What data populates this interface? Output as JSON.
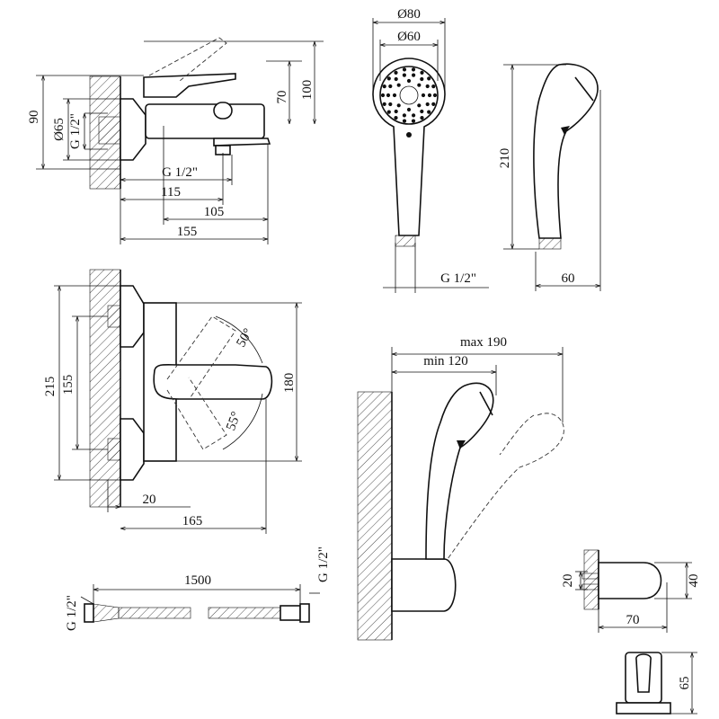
{
  "dimensions": {
    "d80": "Ø80",
    "d60": "Ø60",
    "h100": "100",
    "h70": "70",
    "h90": "90",
    "d65": "Ø65",
    "g12_left": "G 1/2\"",
    "g12_bottom": "G 1/2\"",
    "w115": "115",
    "w105": "105",
    "w155": "155",
    "h210": "210",
    "g12_shower": "G 1/2\"",
    "w60": "60",
    "h215": "215",
    "h155": "155",
    "h180": "180",
    "a50": "50°",
    "a55": "55°",
    "w20": "20",
    "w165": "165",
    "max190": "max 190",
    "min120": "min 120",
    "hose_len": "1500",
    "g12_hose_left": "G 1/2\"",
    "g12_hose_right": "G 1/2\"",
    "h20_holder": "20",
    "h40_holder": "40",
    "w70_holder": "70",
    "h65_holder": "65"
  }
}
